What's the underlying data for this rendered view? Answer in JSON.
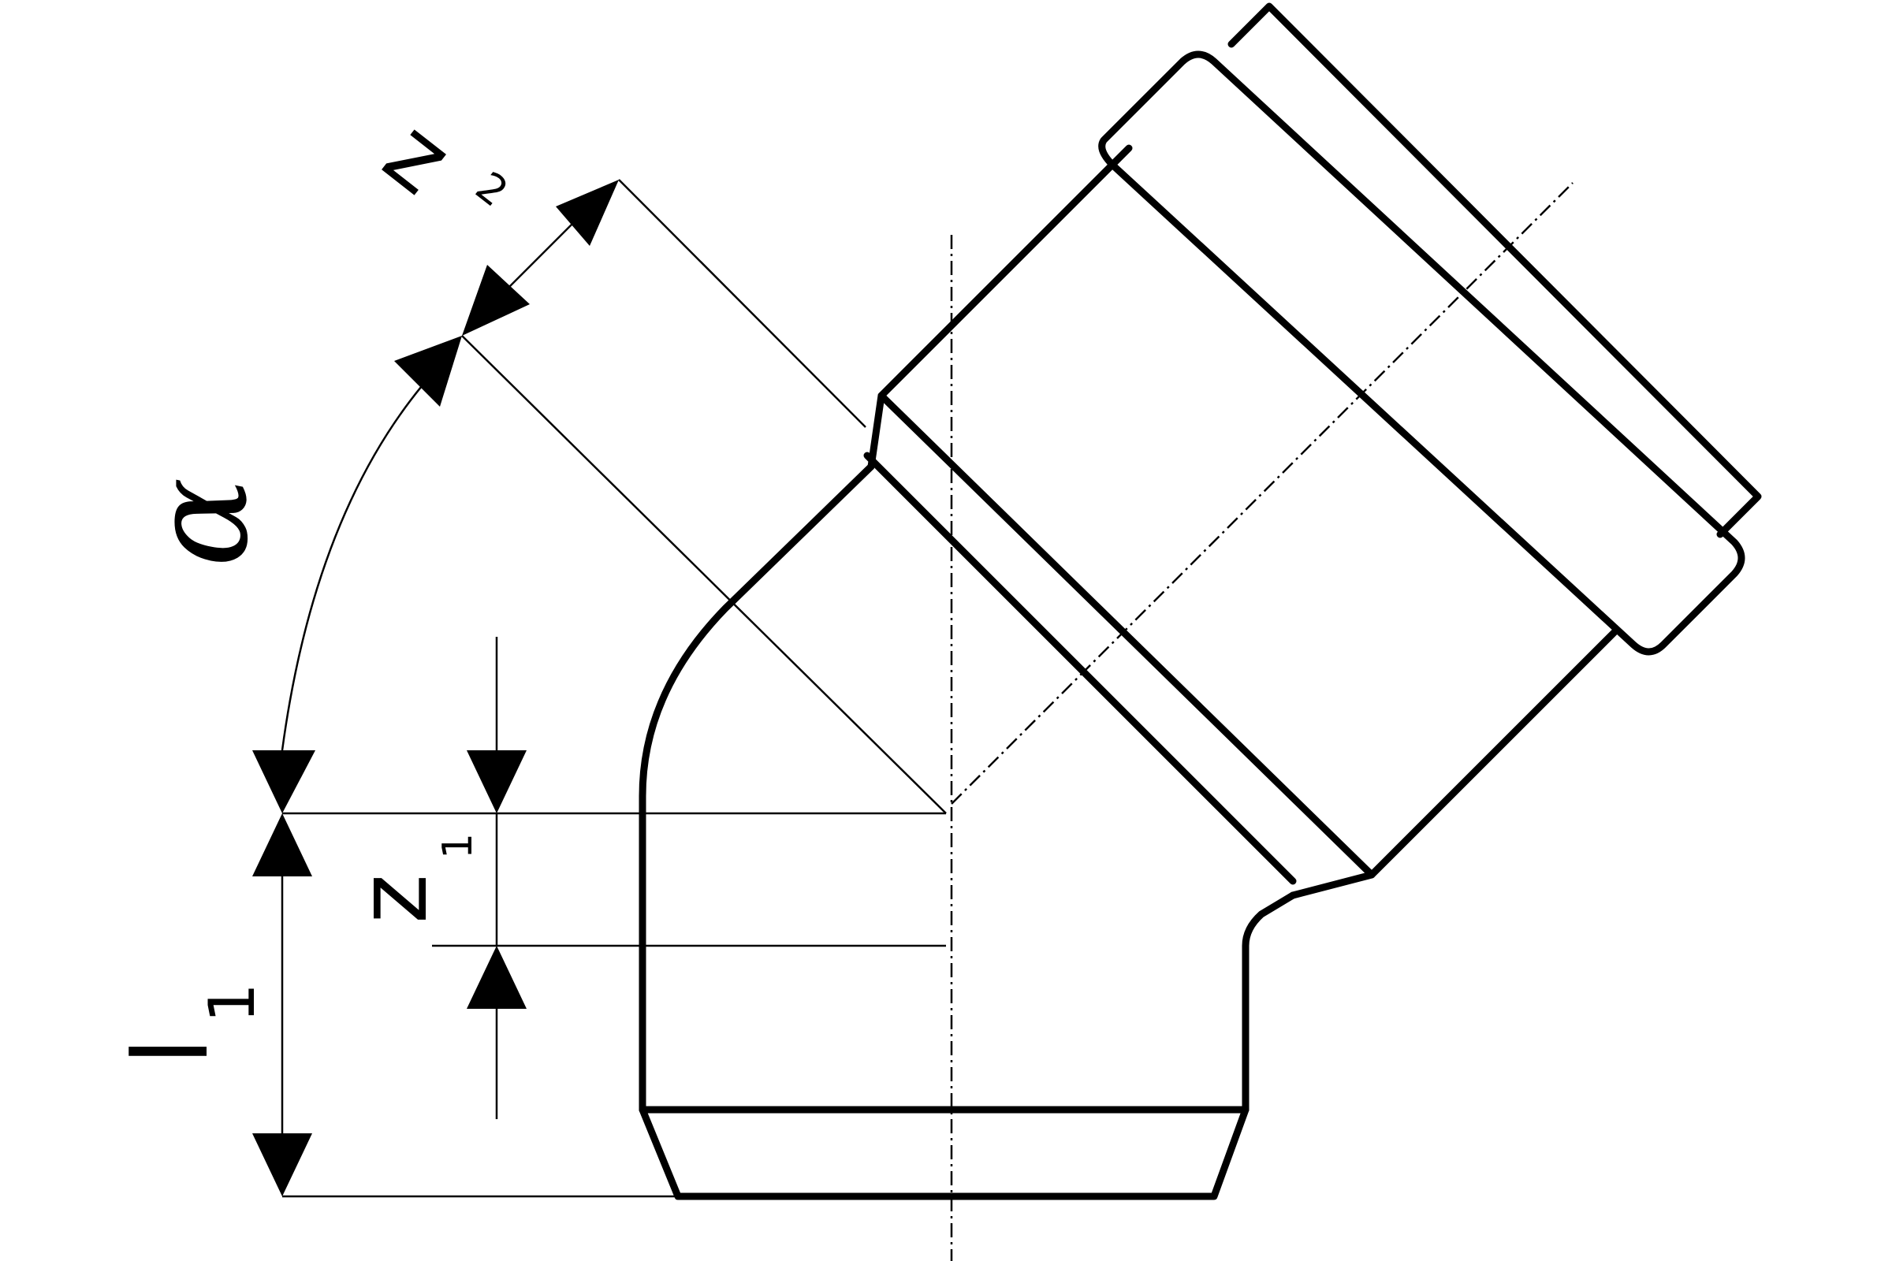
{
  "drawing": {
    "labels": {
      "alpha": "α",
      "z2_main": "z",
      "z2_sub": "2",
      "z1_main": "z",
      "z1_sub": "1",
      "l1_main": "l",
      "l1_sub": "1"
    }
  }
}
